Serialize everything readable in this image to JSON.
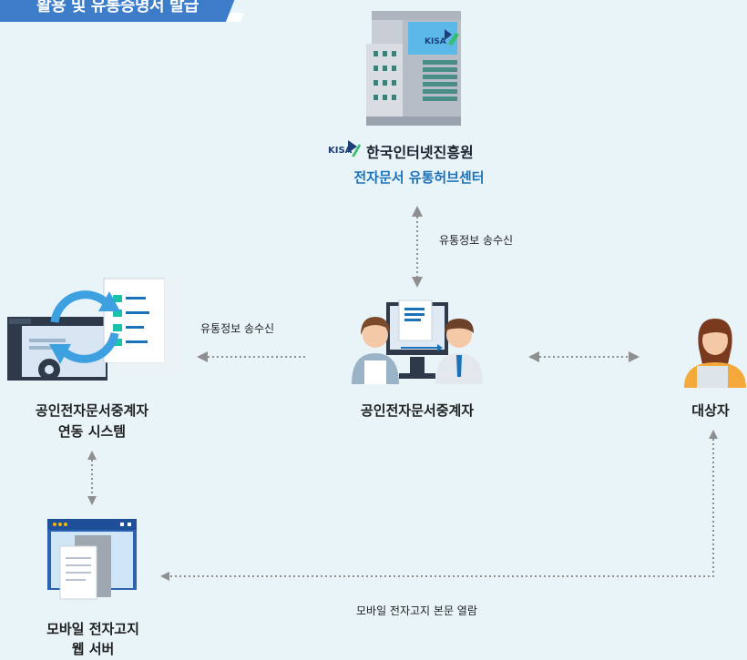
{
  "banner": {
    "title": "활용 및 유통증명서 발급"
  },
  "hub": {
    "building_sign": "KISA",
    "org_logo_text": "KISA",
    "org_name": "한국인터넷진흥원",
    "center_name": "전자문서 유통허브센터"
  },
  "nodes": {
    "system_line1": "공인전자문서중계자",
    "system_line2": "연동 시스템",
    "broker": "공인전자문서중계자",
    "target": "대상자",
    "webserver_line1": "모바일 전자고지",
    "webserver_line2": "웹 서버"
  },
  "flows": {
    "hub_broker": "유통정보 송수신",
    "broker_system": "유통정보 송수신",
    "target_webserver": "모바일 전자고지 본문 열람"
  },
  "colors": {
    "background": "#e9f4f9",
    "banner": "#3d7cc9",
    "accent_blue": "#1c72b8",
    "arrow": "#8f8f8f"
  }
}
